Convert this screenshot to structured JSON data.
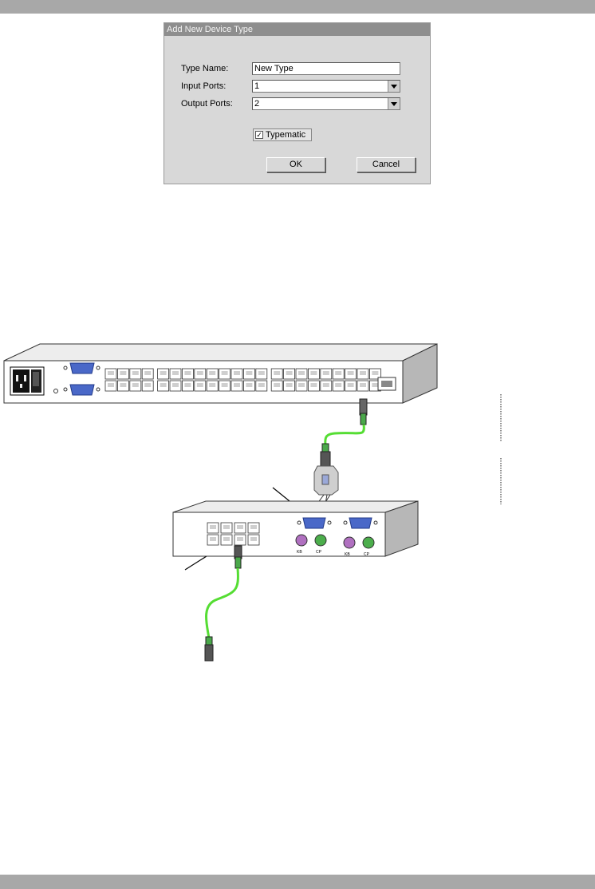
{
  "dialog": {
    "title": "Add New Device Type",
    "type_name_label": "Type Name:",
    "type_name_value": "New Type",
    "input_ports_label": "Input Ports:",
    "input_ports_value": "1",
    "output_ports_label": "Output Ports:",
    "output_ports_value": "2",
    "typematic_label": "Typematic",
    "typematic_checked": true,
    "ok_label": "OK",
    "cancel_label": "Cancel"
  },
  "colors": {
    "page_bar": "#a8a8a8",
    "cable": "#55dd33",
    "vga_port": "#4a68c8",
    "ps2_keyboard": "#b070c0",
    "ps2_mouse": "#4cae4c"
  },
  "diagram": {
    "ps2_label_left": "KB",
    "ps2_label_right": "CP"
  }
}
